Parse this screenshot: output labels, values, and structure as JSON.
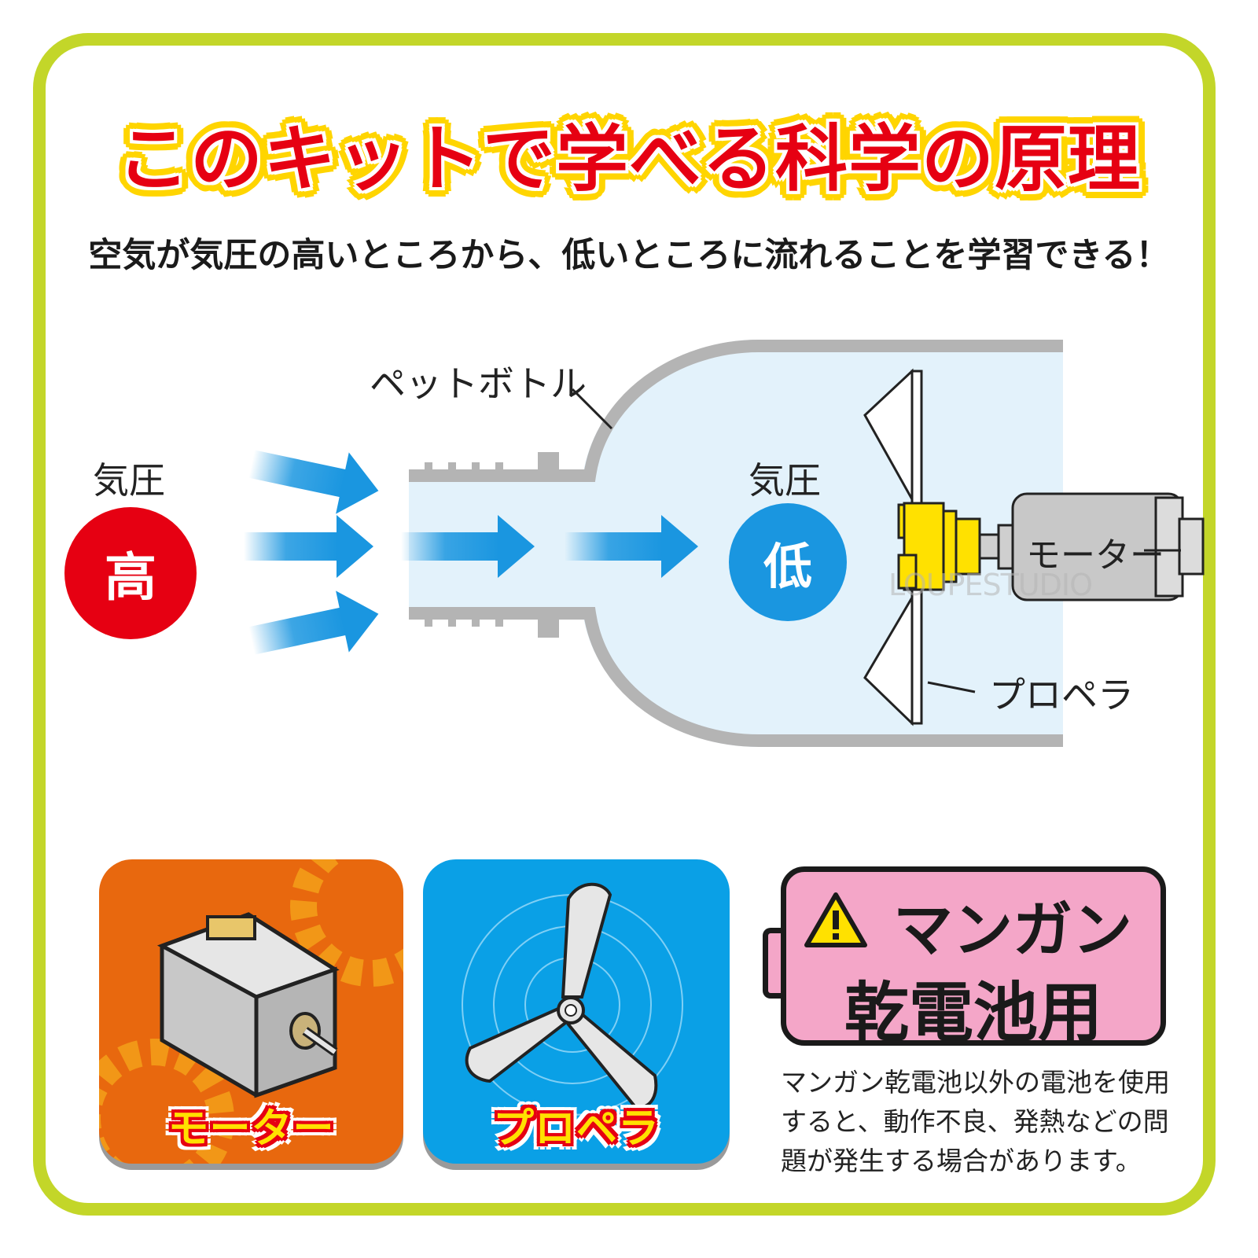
{
  "title": "このキットで学べる科学の原理",
  "subtitle": "空気が気圧の高いところから、低いところに流れることを学習できる！",
  "diagram": {
    "high_pressure_label": "気圧",
    "high_pressure_value": "高",
    "low_pressure_label": "気圧",
    "low_pressure_value": "低",
    "bottle_label": "ペットボトル",
    "propeller_label": "プロペラ",
    "motor_label": "モーター",
    "watermark": "LOUPESTUDIO"
  },
  "parts": {
    "motor_label": "モーター",
    "propeller_label": "プロペラ"
  },
  "battery_notice": {
    "line1": "マンガン",
    "line2": "乾電池用",
    "note": "マンガン乾電池以外の電池を使用すると、動作不良、発熱などの問題が発生する場合があります。"
  },
  "colors": {
    "frame": "#c3d629",
    "title_red": "#e60012",
    "title_outline": "#ffd500",
    "arrow_blue": "#1a96e0",
    "high_red": "#e60012",
    "low_blue": "#1a96e0",
    "bottle_fill": "#e3f2fb",
    "bottle_stroke": "#b4b4b4",
    "motor_tile": "#e8680e",
    "propeller_tile": "#0aa0e6",
    "battery_pink": "#f4a6c8"
  }
}
